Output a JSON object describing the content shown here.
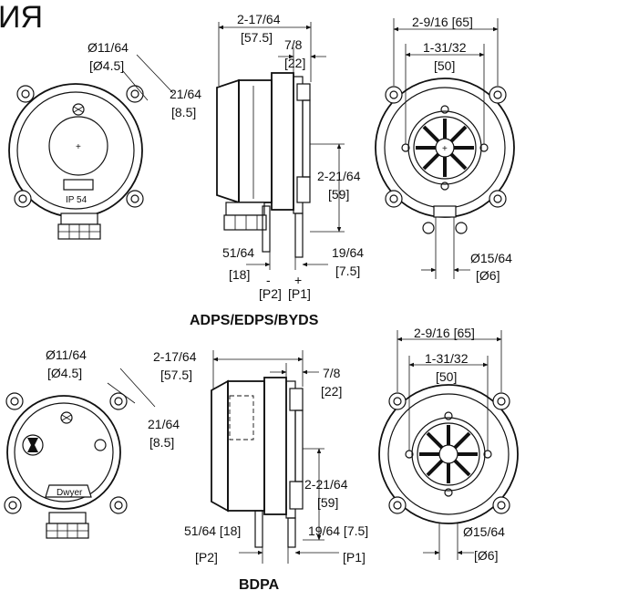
{
  "header_fragment": "ИЯ",
  "top": {
    "title": "ADPS/EDPS/BYDS",
    "front": {
      "hole_dia": "Ø11/64",
      "hole_dia_mm": "[Ø4.5]",
      "hole_off": "21/64",
      "hole_off_mm": "[8.5]",
      "rating": "IP 54"
    },
    "side": {
      "depth": "2-17/64",
      "depth_mm": "[57.5]",
      "flange": "7/8",
      "flange_mm": "[22]",
      "port_h": "2-21/64",
      "port_h_mm": "[59]",
      "p2_off": "51/64",
      "p2_off_mm": "[18]",
      "p1_off": "19/64",
      "p1_off_mm": "[7.5]",
      "p2": "[P2]",
      "p1": "[P1]",
      "minus": "-",
      "plus": "+"
    },
    "rear": {
      "width": "2-9/16 [65]",
      "inner": "1-31/32",
      "inner_mm": "[50]",
      "port_dia": "Ø15/64",
      "port_dia_mm": "[Ø6]"
    }
  },
  "bottom": {
    "title": "BDPA",
    "front": {
      "hole_dia": "Ø11/64",
      "hole_dia_mm": "[Ø4.5]",
      "hole_off": "21/64",
      "hole_off_mm": "[8.5]",
      "brand": "Dwyer"
    },
    "side": {
      "depth": "2-17/64",
      "depth_mm": "[57.5]",
      "flange": "7/8",
      "flange_mm": "[22]",
      "port_h": "2-21/64",
      "port_h_mm": "[59]",
      "p2_off": "51/64 [18]",
      "p1_off": "19/64 [7.5]",
      "p2": "[P2]",
      "p1": "[P1]"
    },
    "rear": {
      "width": "2-9/16 [65]",
      "inner": "1-31/32",
      "inner_mm": "[50]",
      "port_dia": "Ø15/64",
      "port_dia_mm": "[Ø6]"
    }
  }
}
